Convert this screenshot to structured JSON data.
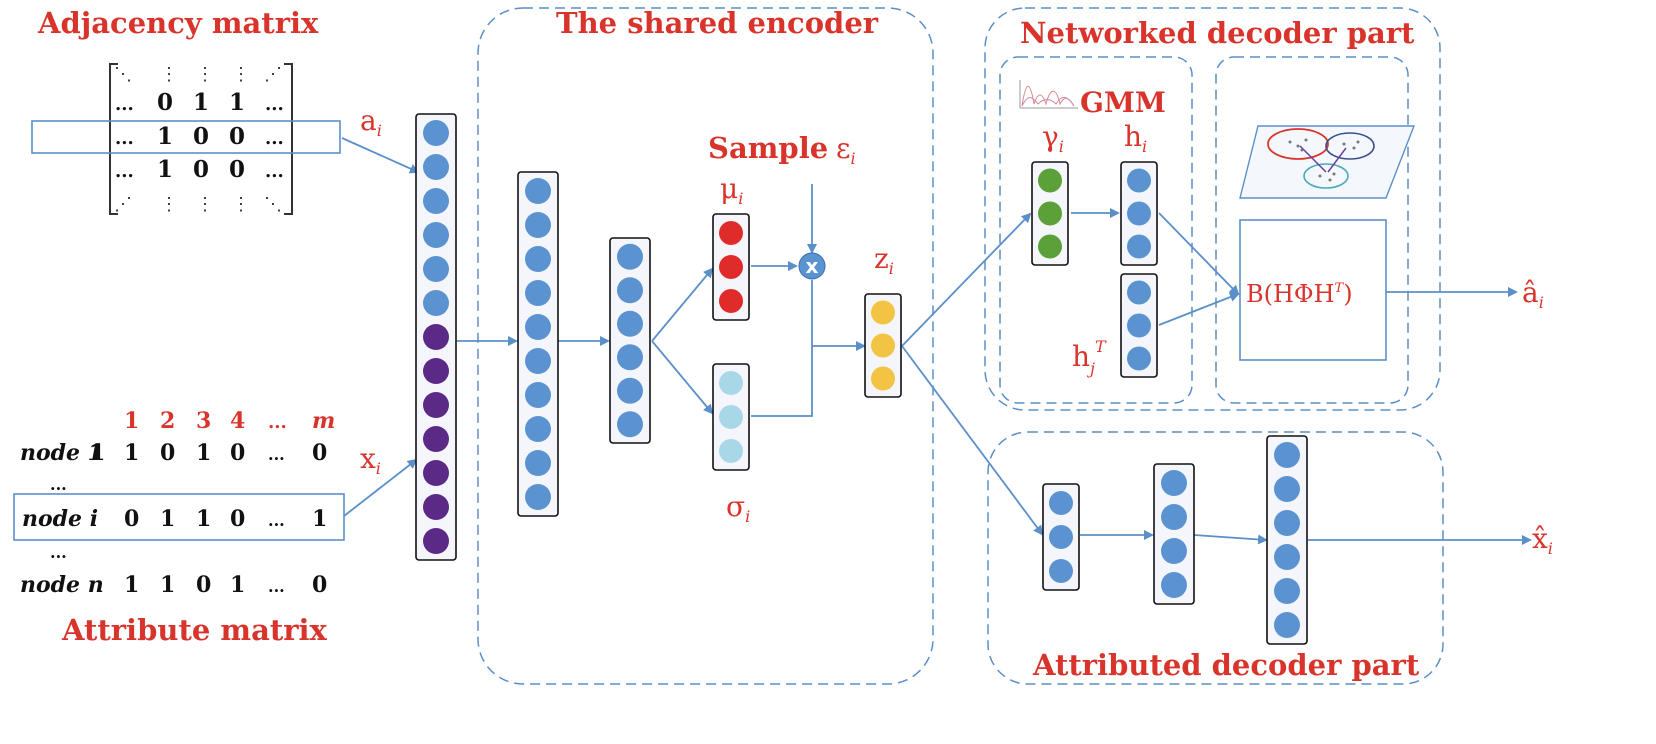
{
  "titles": {
    "adjacency": "Adjacency matrix",
    "attribute": "Attribute matrix",
    "encoder": "The shared encoder",
    "networked": "Networked decoder part",
    "attributed": "Attributed decoder part",
    "sample": "Sample",
    "gmm": "GMM"
  },
  "adjacency": {
    "rows": [
      [
        "...",
        "0",
        "1",
        "1",
        "..."
      ],
      [
        "...",
        "1",
        "0",
        "0",
        "..."
      ],
      [
        "...",
        "1",
        "0",
        "0",
        "..."
      ]
    ],
    "vdots": "⋮",
    "ddots": "⋱",
    "udots": "⋰"
  },
  "attribute": {
    "header": [
      "1",
      "2",
      "3",
      "4",
      "...",
      "m"
    ],
    "rows": [
      {
        "label": "node 1",
        "values": [
          "1",
          "1",
          "0",
          "1",
          "0",
          "...",
          "0"
        ]
      },
      {
        "label": "...",
        "values": []
      },
      {
        "label": "node i",
        "values": [
          "0",
          "1",
          "1",
          "0",
          "...",
          "1"
        ]
      },
      {
        "label": "...",
        "values": []
      },
      {
        "label": "node n",
        "values": [
          "1",
          "1",
          "0",
          "1",
          "...",
          "0"
        ]
      }
    ]
  },
  "symbols": {
    "a_i": "a",
    "x_i": "x",
    "mu_i": "μ",
    "sigma_i": "σ",
    "eps_i": "ε",
    "z_i": "z",
    "gamma_i": "γ",
    "h_i": "h",
    "h_j": "h",
    "sub_i": "i",
    "sub_j": "j",
    "sup_T": "T",
    "a_hat": "â",
    "x_hat": "x̂",
    "bilinear": "B(HΦH",
    "bilinear_close": ")",
    "multiply": "x"
  },
  "colors": {
    "red_text": "#d9342b",
    "node_blue": "#5b93d0",
    "node_purple": "#5b2a86",
    "node_red": "#e02b2b",
    "node_lightblue": "#a8d8e8",
    "node_yellow": "#f3c443",
    "node_green": "#5ca03a",
    "line_blue": "#5b8fc9"
  },
  "layers": {
    "input": [
      "blue",
      "blue",
      "blue",
      "blue",
      "blue",
      "blue",
      "purple",
      "purple",
      "purple",
      "purple",
      "purple",
      "purple",
      "purple"
    ],
    "enc1": 10,
    "enc2": 6,
    "mu": 3,
    "sigma": 3,
    "z": 3,
    "gamma": 3,
    "h_i": 3,
    "h_j": 3,
    "dec1": 3,
    "dec2": 4,
    "dec3": 6
  }
}
